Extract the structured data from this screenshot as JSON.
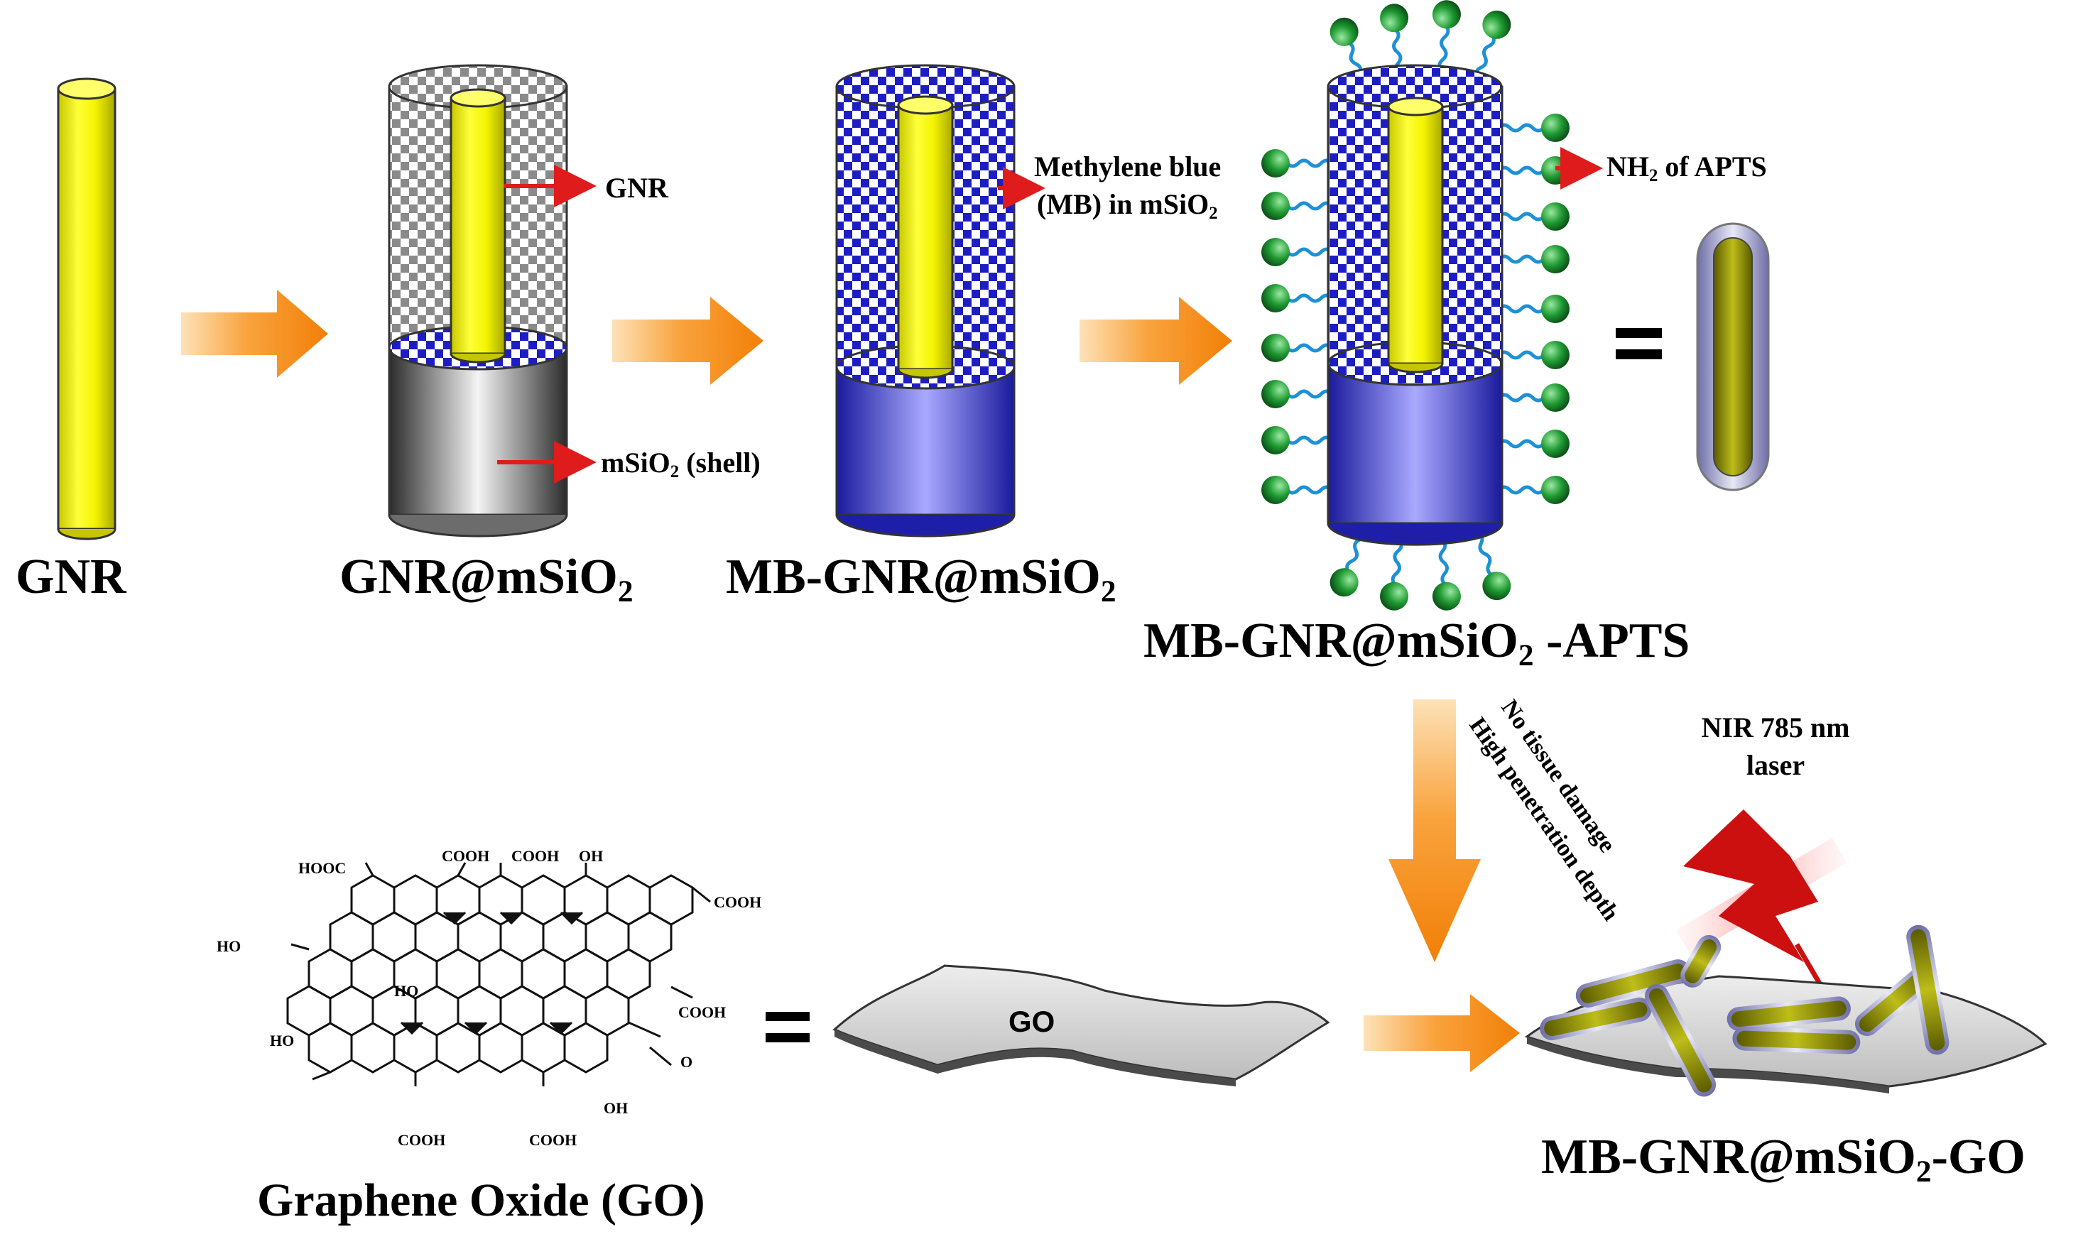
{
  "top_row": {
    "gnr": {
      "label": "GNR"
    },
    "gnr_msio2": {
      "label_main": "GNR@mSiO",
      "label_sub": "2",
      "pointer_core": "GNR",
      "pointer_shell_main": "mSiO",
      "pointer_shell_sub": "2",
      "pointer_shell_suffix": " (shell)"
    },
    "mb_gnr_msio2": {
      "label_main": "MB-GNR@mSiO",
      "label_sub": "2",
      "pointer_line1": "Methylene blue",
      "pointer_line2_main": "(MB) in mSiO",
      "pointer_line2_sub": "2"
    },
    "mb_gnr_msio2_apts": {
      "label_main": "MB-GNR@mSiO",
      "label_sub": "2",
      "label_suffix": " -APTS",
      "pointer_main": "NH",
      "pointer_sub": "2",
      "pointer_suffix": " of APTS"
    },
    "equals": "="
  },
  "laser": {
    "line1": "NIR 785 nm",
    "line2": "laser",
    "note1": "No tissue damage",
    "note2": "High penetration depth"
  },
  "bottom_row": {
    "go_caption": "Graphene Oxide (GO)",
    "go_sheet_label": "GO",
    "equals": "=",
    "product_main": "MB-GNR@mSiO",
    "product_sub": "2",
    "product_suffix": "-GO",
    "go_groups": {
      "hooc": "HOOC",
      "cooh": "COOH",
      "oh": "OH",
      "ho": "HO",
      "o": "O"
    }
  },
  "colors": {
    "gold_rod": "#f2f200",
    "silica_gray": "#9c9c9c",
    "mb_blue": "#2d2dd6",
    "arrow_orange": "#f58a12",
    "pointer_red": "#e01b1b",
    "amine_green": "#1d8a2c",
    "chain_blue": "#1e90d6",
    "laser_red": "#cc1010",
    "go_sheet": "#cfcfcf",
    "olive_rod": "#8c8c00"
  }
}
